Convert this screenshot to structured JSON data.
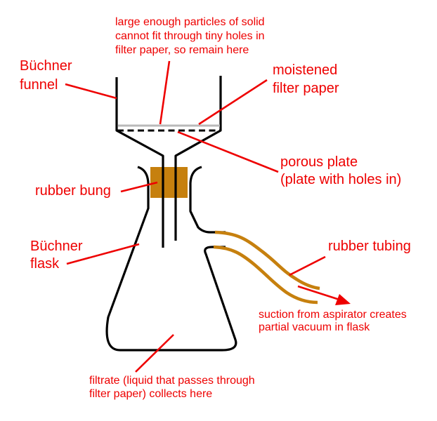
{
  "title": "Büchner funnel vacuum filtration diagram",
  "colors": {
    "bg": "#ffffff",
    "ink": "#000000",
    "red": "#ee0000",
    "orange": "#c6800e",
    "gray": "#b9b9b9"
  },
  "labels": {
    "particles_note": {
      "lines": [
        "large enough particles of solid",
        "cannot fit through tiny holes in",
        "filter paper, so remain here"
      ]
    },
    "buchner_funnel": {
      "lines": [
        "Büchner",
        "funnel"
      ]
    },
    "moistened_filter_paper": {
      "lines": [
        "moistened",
        "filter paper"
      ]
    },
    "porous_plate": {
      "lines": [
        "porous plate",
        "(plate with holes in)"
      ]
    },
    "rubber_bung": {
      "lines": [
        "rubber bung"
      ]
    },
    "buchner_flask": {
      "lines": [
        "Büchner",
        "flask"
      ]
    },
    "rubber_tubing": {
      "lines": [
        "rubber tubing"
      ]
    },
    "suction_note": {
      "lines": [
        "suction from aspirator creates",
        "partial vacuum in flask"
      ]
    },
    "filtrate_note": {
      "lines": [
        "filtrate (liquid that passes through",
        "filter paper) collects here"
      ]
    }
  }
}
